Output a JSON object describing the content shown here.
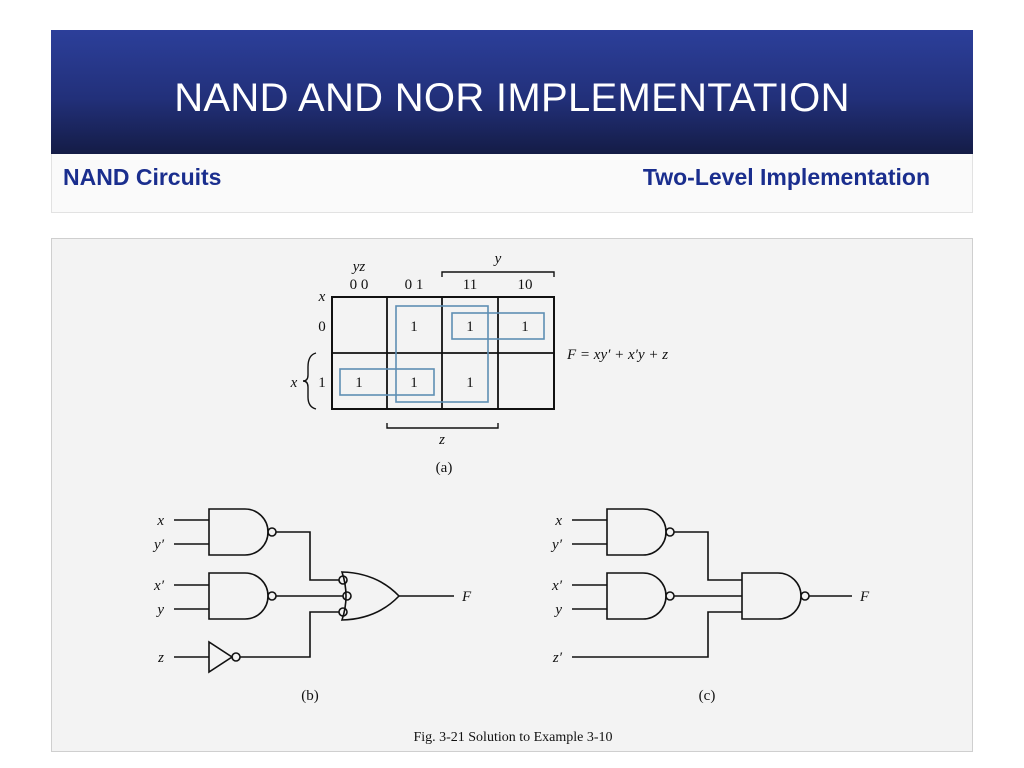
{
  "slide": {
    "title": "NAND AND NOR IMPLEMENTATION",
    "subtitle_left": "NAND Circuits",
    "subtitle_right": "Two-Level Implementation"
  },
  "kmap": {
    "corner_row_var": "x",
    "corner_col_vars": "yz",
    "col_headers": [
      "0 0",
      "0 1",
      "11",
      "10"
    ],
    "row_headers": [
      "0",
      "1"
    ],
    "cells": [
      [
        "",
        "1",
        "1",
        "1"
      ],
      [
        "1",
        "1",
        "1",
        ""
      ]
    ],
    "brace_y": "y",
    "brace_x": "x",
    "brace_z": "z",
    "equation": "F = xy′ + x′y + z",
    "caption": "(a)"
  },
  "circuit_b": {
    "inputs": [
      "x",
      "y′",
      "x′",
      "y",
      "z"
    ],
    "output": "F",
    "caption": "(b)"
  },
  "circuit_c": {
    "inputs": [
      "x",
      "y′",
      "x′",
      "y",
      "z′"
    ],
    "output": "F",
    "caption": "(c)"
  },
  "figure_caption": "Fig. 3-21  Solution to Example 3-10",
  "colors": {
    "title_bar": "#22307a",
    "subtitle_text": "#1a2e8e",
    "grouping_loop": "#5f8fb4"
  }
}
